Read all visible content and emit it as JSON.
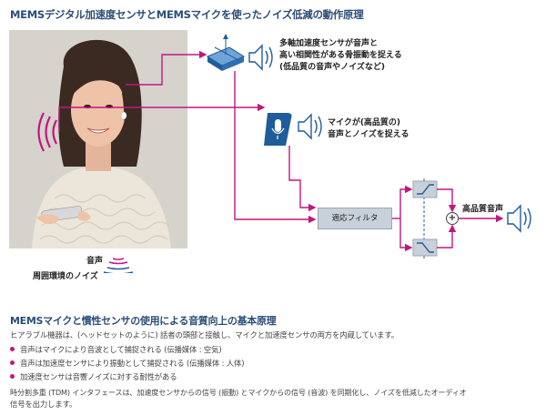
{
  "title": "MEMSデジタル加速度センサとMEMSマイクを使ったノイズ低減の動作原理",
  "accelerometer": {
    "desc": [
      "多軸加速度センサが音声と",
      "高い相関性がある骨振動を捉える",
      "(低品質の音声やノイズなど)"
    ]
  },
  "microphone": {
    "desc": [
      "マイクが(高品質の)",
      "音声とノイズを捉える"
    ]
  },
  "filter_label": "適応フィルタ",
  "output_label": "高品質音声",
  "sum_symbol": "+",
  "legend": {
    "voice": "音声",
    "ambient": "周囲環境のノイズ"
  },
  "section": {
    "title": "MEMSマイクと慣性センサの使用による音質向上の基本原理",
    "intro": "ヒアラブル機器は、(ヘッドセットのように) 話者の頭部と接触し、マイクと加速度センサの両方を内蔵しています。",
    "bullets": [
      "音声はマイクにより音波として捕捉される (伝播媒体 : 空気)",
      "音声は加速度センサにより振動として捕捉される (伝播媒体 : 人体)",
      "加速度センサは音響ノイズに対する耐性がある"
    ],
    "closing": [
      "時分割多重 (TDM) インタフェースは、加速度センサからの信号 (振動) とマイクからの信号 (音波) を同期化し、ノイズを低減したオーディオ",
      "信号を出力します。"
    ]
  },
  "colors": {
    "accent_magenta": "#c2167e",
    "title_blue": "#2a4d78",
    "icon_blue": "#1f5c9c",
    "block_gray": "#c8d0da"
  }
}
